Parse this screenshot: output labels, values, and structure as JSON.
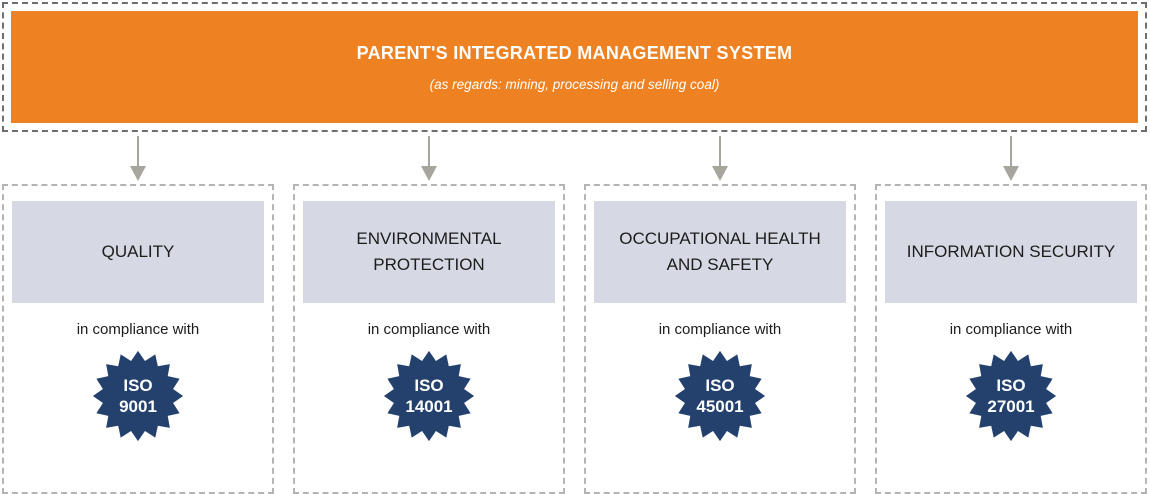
{
  "header": {
    "title": "PARENT'S INTEGRATED MANAGEMENT SYSTEM",
    "subtitle": "(as regards: mining, processing and selling coal)"
  },
  "colors": {
    "header_orange": "#EE8223",
    "badge_navy": "#24416E",
    "title_box_gray": "#D6D9E3",
    "arrow_gray": "#A6A59E",
    "header_dash_gray": "#6E6E6E",
    "column_dash_gray": "#B4B4B4"
  },
  "columns": [
    {
      "title": "QUALITY",
      "compliance_label": "in compliance with",
      "badge_line1": "ISO",
      "badge_line2": "9001"
    },
    {
      "title": "ENVIRONMENTAL PROTECTION",
      "compliance_label": "in compliance with",
      "badge_line1": "ISO",
      "badge_line2": "14001"
    },
    {
      "title": "OCCUPATIONAL HEALTH AND SAFETY",
      "compliance_label": "in compliance with",
      "badge_line1": "ISO",
      "badge_line2": "45001"
    },
    {
      "title": "INFORMATION SECURITY",
      "compliance_label": "in compliance with",
      "badge_line1": "ISO",
      "badge_line2": "27001"
    }
  ]
}
